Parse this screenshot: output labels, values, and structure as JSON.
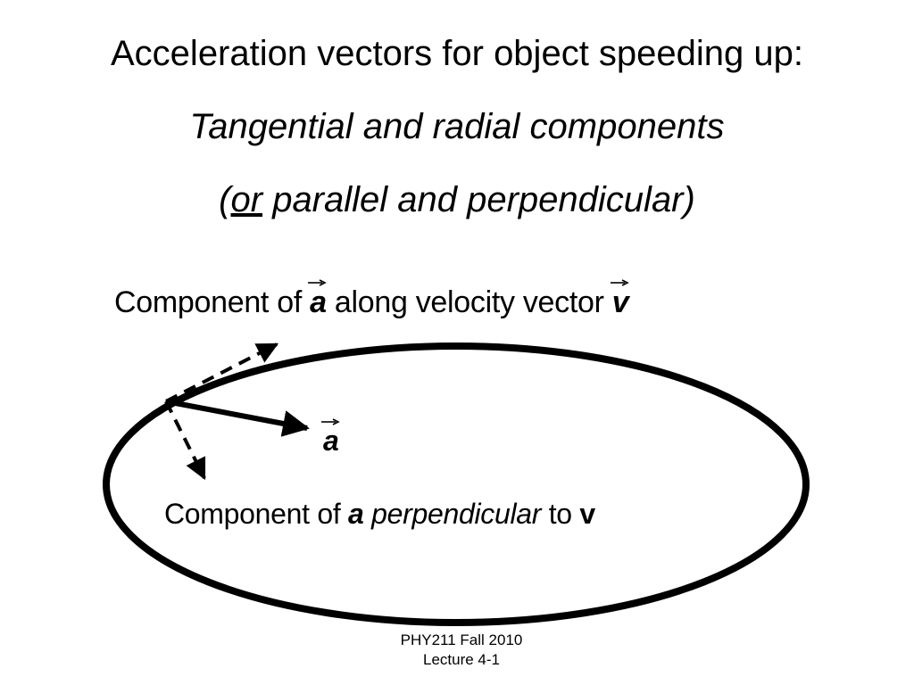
{
  "slide": {
    "title": "Acceleration vectors for object speeding up:",
    "subtitle_line1": "Tangential and radial components",
    "subtitle_line2": {
      "open_paren": "(",
      "or": "or",
      "rest": " parallel and perpendicular)"
    }
  },
  "diagram": {
    "label_parallel": {
      "prefix": "Component of ",
      "a": "a",
      "middle": " along velocity vector ",
      "v": "v"
    },
    "label_a": "a",
    "label_perpendicular": {
      "prefix": "Component of ",
      "a": "a",
      "italic_word": "perpendicular",
      "middle": " to ",
      "v": "v"
    }
  },
  "footer": {
    "line1": "PHY211 Fall 2010",
    "line2": "Lecture 4-1"
  }
}
